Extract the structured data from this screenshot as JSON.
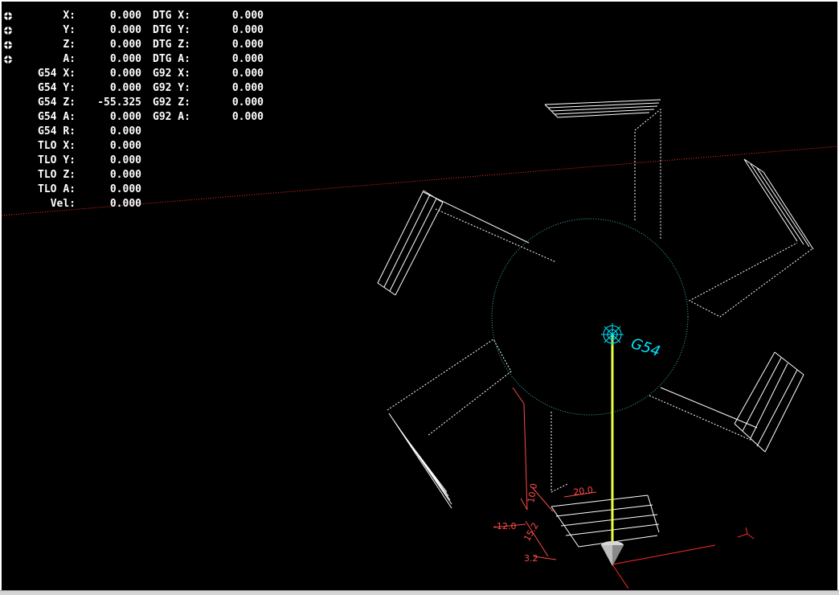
{
  "dro": {
    "rows": [
      {
        "label": "X:",
        "value": "0.000",
        "label2": "DTG X:",
        "value2": "0.000",
        "homed": true
      },
      {
        "label": "Y:",
        "value": "0.000",
        "label2": "DTG Y:",
        "value2": "0.000",
        "homed": true
      },
      {
        "label": "Z:",
        "value": "0.000",
        "label2": "DTG Z:",
        "value2": "0.000",
        "homed": true
      },
      {
        "label": "A:",
        "value": "0.000",
        "label2": "DTG A:",
        "value2": "0.000",
        "homed": true
      },
      {
        "label": "G54 X:",
        "value": "0.000",
        "label2": "G92 X:",
        "value2": "0.000",
        "homed": false
      },
      {
        "label": "G54 Y:",
        "value": "0.000",
        "label2": "G92 Y:",
        "value2": "0.000",
        "homed": false
      },
      {
        "label": "G54 Z:",
        "value": "-55.325",
        "label2": "G92 Z:",
        "value2": "0.000",
        "homed": false
      },
      {
        "label": "G54 A:",
        "value": "0.000",
        "label2": "G92 A:",
        "value2": "0.000",
        "homed": false
      },
      {
        "label": "G54 R:",
        "value": "0.000",
        "label2": "",
        "value2": "",
        "homed": false
      },
      {
        "label": "TLO X:",
        "value": "0.000",
        "label2": "",
        "value2": "",
        "homed": false
      },
      {
        "label": "TLO Y:",
        "value": "0.000",
        "label2": "",
        "value2": "",
        "homed": false
      },
      {
        "label": "TLO Z:",
        "value": "0.000",
        "label2": "",
        "value2": "",
        "homed": false
      },
      {
        "label": "TLO A:",
        "value": "0.000",
        "label2": "",
        "value2": "",
        "homed": false
      },
      {
        "label": "Vel:",
        "value": "0.000",
        "label2": "",
        "value2": "",
        "homed": false
      }
    ]
  },
  "extents": {
    "dims": [
      "20.0",
      "10.0",
      "-12.0",
      "15.2",
      "3.2"
    ]
  },
  "labels": {
    "coordinate_system": "G54"
  },
  "colors": {
    "background": "#000000",
    "text": "#ffffff",
    "toolpath": "#ffffff",
    "origin": "#00e5ff",
    "extents": "#ff4a4a",
    "tool_shaft": "#e8ff3a",
    "feed_line": "#ff2a2a"
  }
}
